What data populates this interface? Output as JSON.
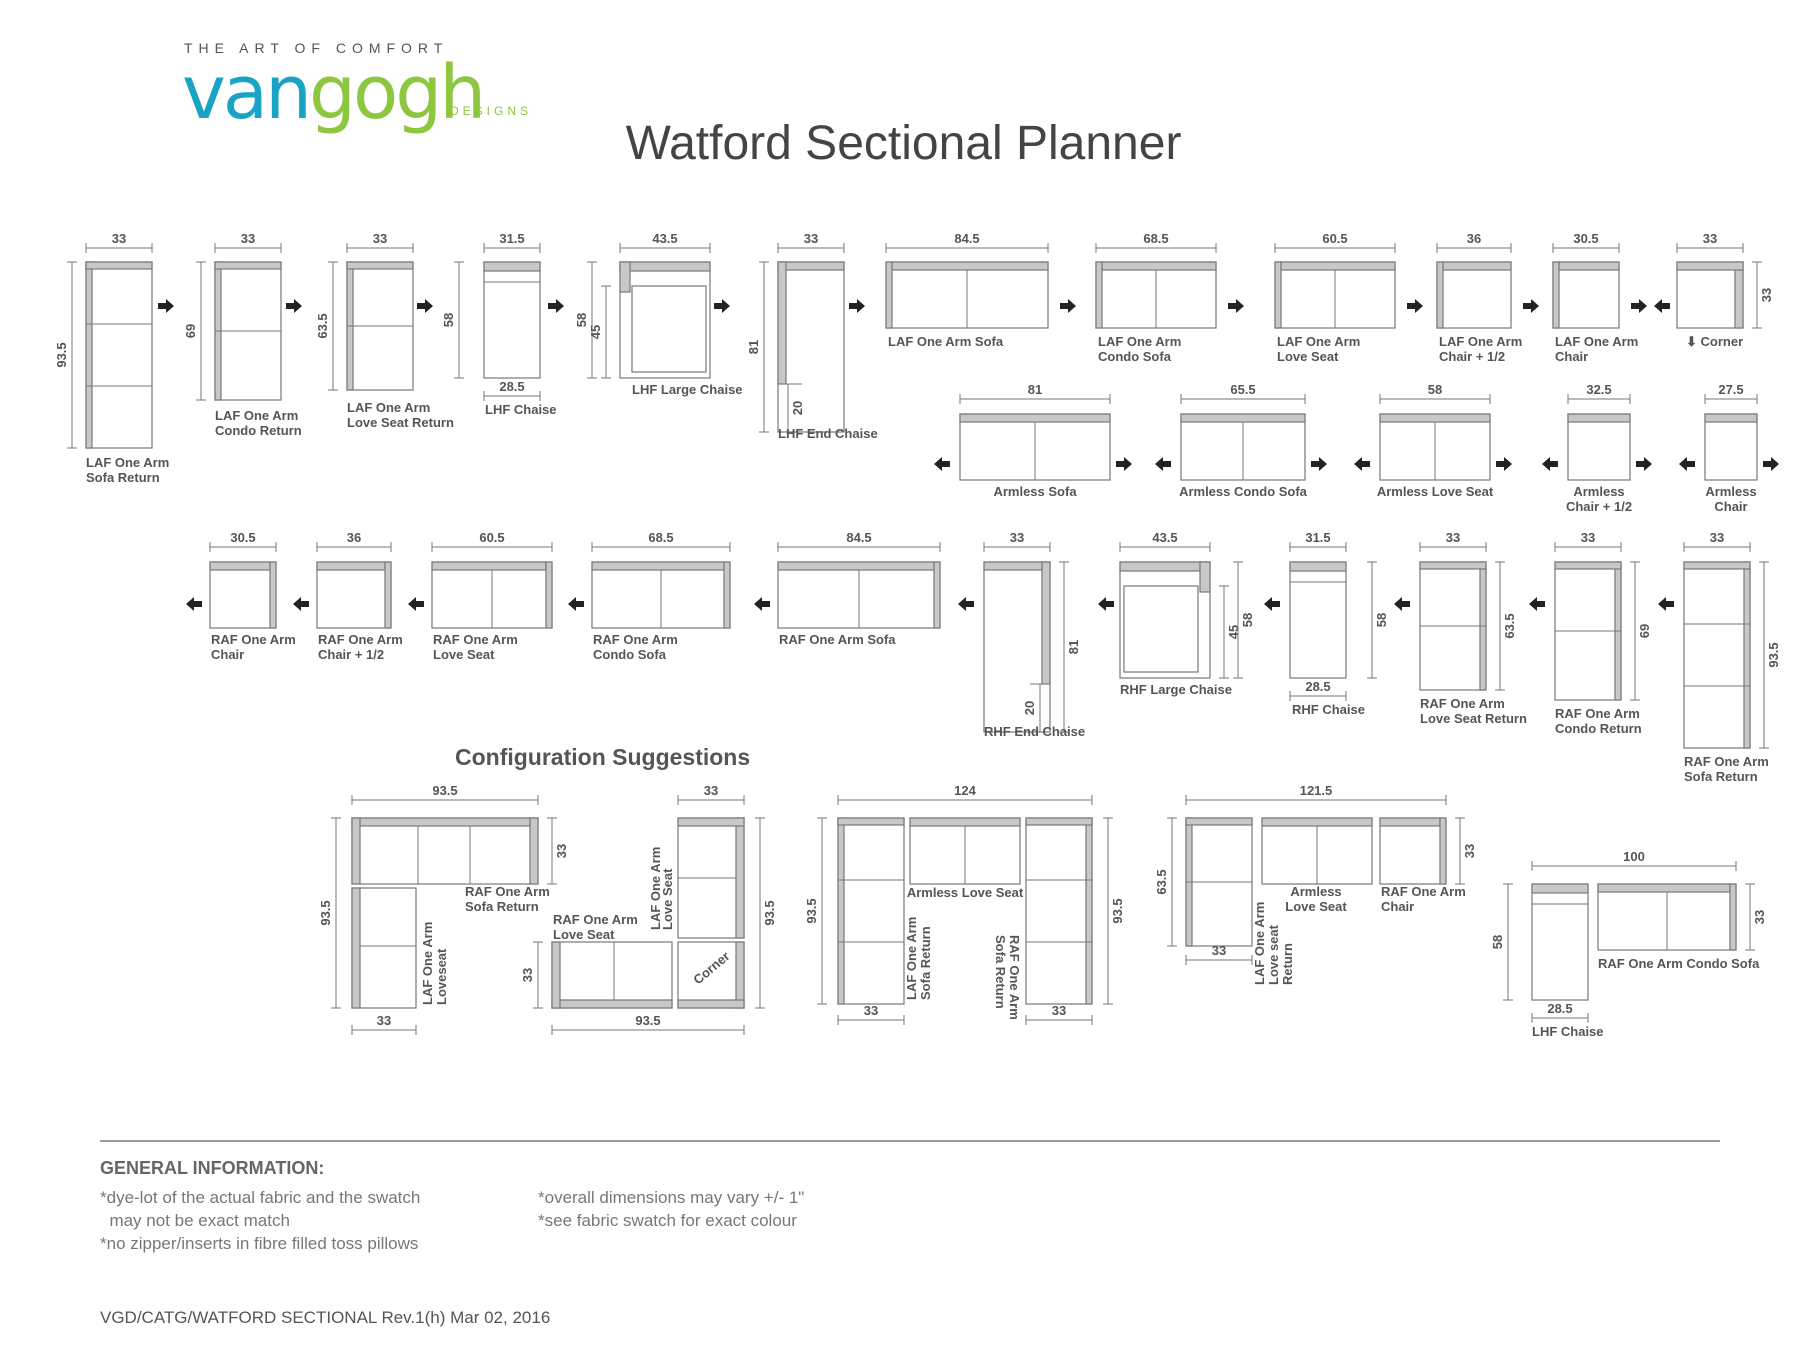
{
  "brand": {
    "tagline": "THE ART OF COMFORT",
    "name_a": "van",
    "name_b": "gogh",
    "sub": "DESIGNS"
  },
  "title": "Watford Sectional Planner",
  "config_heading": "Configuration Suggestions",
  "pieces": [
    {
      "labels": [
        "LAF One Arm",
        "Sofa Return"
      ],
      "dims": [
        "33",
        "93.5"
      ],
      "arrow": "right"
    },
    {
      "labels": [
        "LAF One Arm",
        "Condo Return"
      ],
      "dims": [
        "33",
        "69"
      ],
      "arrow": "right"
    },
    {
      "labels": [
        "LAF One Arm",
        "Love Seat Return"
      ],
      "dims": [
        "33",
        "63.5"
      ],
      "arrow": "right"
    },
    {
      "labels": [
        "LHF Chaise"
      ],
      "dims": [
        "31.5",
        "58",
        "28.5"
      ],
      "arrow": "right"
    },
    {
      "labels": [
        "LHF Large Chaise"
      ],
      "dims": [
        "43.5",
        "58",
        "45"
      ],
      "arrow": "right"
    },
    {
      "labels": [
        "LHF End Chaise"
      ],
      "dims": [
        "33",
        "81",
        "20"
      ],
      "arrow": "right"
    },
    {
      "labels": [
        "LAF One Arm Sofa"
      ],
      "dims": [
        "84.5"
      ],
      "arrow": "right"
    },
    {
      "labels": [
        "LAF One Arm",
        "Condo Sofa"
      ],
      "dims": [
        "68.5"
      ],
      "arrow": "right"
    },
    {
      "labels": [
        "LAF One Arm",
        "Love Seat"
      ],
      "dims": [
        "60.5"
      ],
      "arrow": "right"
    },
    {
      "labels": [
        "LAF One Arm",
        "Chair + 1/2"
      ],
      "dims": [
        "36"
      ],
      "arrow": "right"
    },
    {
      "labels": [
        "LAF One Arm",
        "Chair"
      ],
      "dims": [
        "30.5"
      ],
      "arrow": "right"
    },
    {
      "labels": [
        "⬇ Corner"
      ],
      "dims": [
        "33",
        "33"
      ],
      "arrow": "left"
    },
    {
      "labels": [
        "Armless Sofa"
      ],
      "dims": [
        "81"
      ],
      "arrow": "both"
    },
    {
      "labels": [
        "Armless Condo Sofa"
      ],
      "dims": [
        "65.5"
      ],
      "arrow": "both"
    },
    {
      "labels": [
        "Armless Love Seat"
      ],
      "dims": [
        "58"
      ],
      "arrow": "both"
    },
    {
      "labels": [
        "Armless",
        "Chair + 1/2"
      ],
      "dims": [
        "32.5"
      ],
      "arrow": "both"
    },
    {
      "labels": [
        "Armless",
        "Chair"
      ],
      "dims": [
        "27.5"
      ],
      "arrow": "both"
    },
    {
      "labels": [
        "RAF One Arm",
        "Chair"
      ],
      "dims": [
        "30.5"
      ],
      "arrow": "left"
    },
    {
      "labels": [
        "RAF One Arm",
        "Chair + 1/2"
      ],
      "dims": [
        "36"
      ],
      "arrow": "left"
    },
    {
      "labels": [
        "RAF One Arm",
        "Love Seat"
      ],
      "dims": [
        "60.5"
      ],
      "arrow": "left"
    },
    {
      "labels": [
        "RAF One Arm",
        "Condo Sofa"
      ],
      "dims": [
        "68.5"
      ],
      "arrow": "left"
    },
    {
      "labels": [
        "RAF One Arm Sofa"
      ],
      "dims": [
        "84.5"
      ],
      "arrow": "left"
    },
    {
      "labels": [
        "RHF End Chaise"
      ],
      "dims": [
        "33",
        "81",
        "20"
      ],
      "arrow": "left"
    },
    {
      "labels": [
        "RHF Large Chaise"
      ],
      "dims": [
        "43.5",
        "58",
        "45"
      ],
      "arrow": "left"
    },
    {
      "labels": [
        "RHF Chaise"
      ],
      "dims": [
        "31.5",
        "58",
        "28.5"
      ],
      "arrow": "left"
    },
    {
      "labels": [
        "RAF One Arm",
        "Love Seat Return"
      ],
      "dims": [
        "33",
        "63.5"
      ],
      "arrow": "left"
    },
    {
      "labels": [
        "RAF One Arm",
        "Condo Return"
      ],
      "dims": [
        "33",
        "69"
      ],
      "arrow": "left"
    },
    {
      "labels": [
        "RAF One Arm",
        "Sofa Return"
      ],
      "dims": [
        "33",
        "93.5"
      ],
      "arrow": "left"
    }
  ],
  "configs": [
    {
      "dims": [
        "93.5",
        "93.5",
        "33",
        "33"
      ],
      "labels": [
        "RAF One Arm",
        "Sofa Return",
        "LAF One Arm",
        "Loveseat"
      ]
    },
    {
      "dims": [
        "33",
        "93.5",
        "33",
        "93.5"
      ],
      "labels": [
        "LAF One Arm",
        "Love Seat",
        "RAF One Arm",
        "Love Seat",
        "Corner"
      ]
    },
    {
      "dims": [
        "124",
        "93.5",
        "93.5",
        "33",
        "33"
      ],
      "labels": [
        "Armless Love Seat",
        "LAF One Arm",
        "Sofa Return",
        "RAF One Arm",
        "Sofa Return"
      ]
    },
    {
      "dims": [
        "121.5",
        "63.5",
        "33",
        "33"
      ],
      "labels": [
        "Armless",
        "Love Seat",
        "RAF One Arm",
        "Chair",
        "LAF One Arm",
        "Love seat",
        "Return"
      ]
    },
    {
      "dims": [
        "100",
        "58",
        "33",
        "28.5"
      ],
      "labels": [
        "RAF One Arm Condo Sofa",
        "LHF Chaise"
      ]
    }
  ],
  "info": {
    "heading": "GENERAL INFORMATION:",
    "left": [
      "*dye-lot of the actual fabric and the swatch",
      "  may not be exact match",
      "*no zipper/inserts in fibre filled toss pillows"
    ],
    "right": [
      "*overall dimensions may vary +/- 1\"",
      "*see fabric swatch for exact colour"
    ]
  },
  "footer": "VGD/CATG/WATFORD SECTIONAL Rev.1(h) Mar 02, 2016"
}
